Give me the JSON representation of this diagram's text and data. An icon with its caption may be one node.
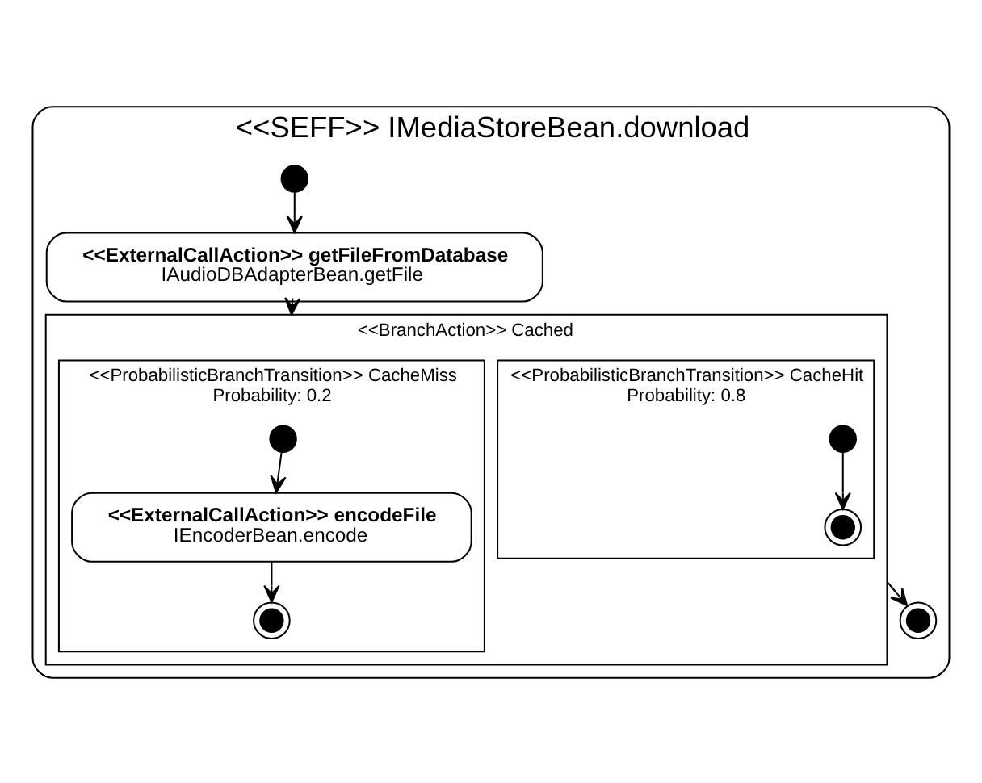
{
  "diagram": {
    "nodes": [
      {
        "text": [
          "<<SEFF>> IMediaStoreBean.download"
        ]
      },
      {
        "text": [],
        "shape": "circle",
        "in": 0
      },
      {
        "text": [
          "<<ExternalCallAction>> getFileFromDatabase",
          "IAudioDBAdapterBean.getFile"
        ],
        "in": 0
      },
      {
        "text": [
          "<<BranchAction>> Cached"
        ],
        "in": 0
      },
      {
        "text": [
          "<<ProbabilisticBranchTransition>> CacheMiss",
          "Probability: 0.2"
        ],
        "in": 3
      },
      {
        "text": [],
        "shape": "circle",
        "in": 4
      },
      {
        "text": [
          "<<ExternalCallAction>> encodeFile",
          "IEncoderBean.encode"
        ],
        "in": 4
      },
      {
        "text": [],
        "shape": "bullseye",
        "in": 4
      },
      {
        "text": [
          "<<ProbabilisticBranchTransition>> CacheHit",
          "Probability: 0.8"
        ],
        "in": 3
      },
      {
        "text": [],
        "shape": "circle",
        "in": 8
      },
      {
        "text": [],
        "shape": "bullseye",
        "in": 8
      },
      {
        "text": [],
        "shape": "bullseye",
        "in": 0
      }
    ],
    "edges": [
      {
        "from": 1,
        "to": 2,
        "arrow": "to"
      },
      {
        "from": 2,
        "to": 3,
        "arrow": "to"
      },
      {
        "from": 5,
        "to": 6,
        "arrow": "to"
      },
      {
        "from": 6,
        "to": 7,
        "arrow": "to"
      },
      {
        "from": 9,
        "to": 10,
        "arrow": "to"
      },
      {
        "from": 3,
        "to": 11,
        "arrow": "to"
      }
    ]
  }
}
